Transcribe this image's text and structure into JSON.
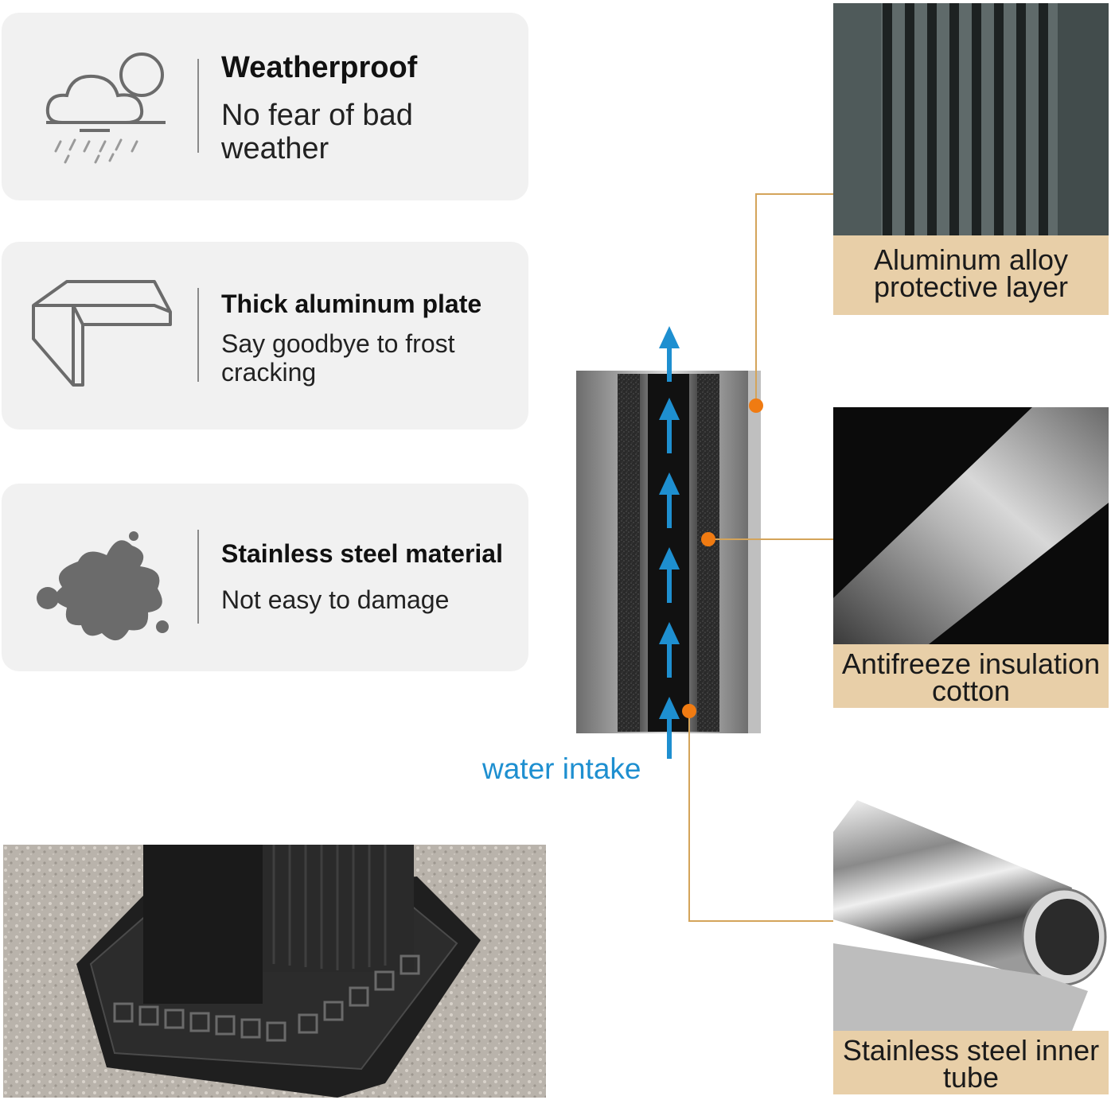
{
  "features": [
    {
      "title": "Weatherproof",
      "desc_lines": [
        "No fear of bad",
        "weather"
      ],
      "icon": "cloud-rain-sun-icon"
    },
    {
      "title": "Thick aluminum plate",
      "desc_lines": [
        "Say goodbye to frost",
        "cracking"
      ],
      "icon": "aluminum-plate-icon"
    },
    {
      "title": "Stainless steel material",
      "desc_lines": [
        "Not easy to damage"
      ],
      "icon": "splat-icon"
    }
  ],
  "layers": [
    {
      "lines": [
        "Aluminum alloy",
        "protective layer"
      ]
    },
    {
      "lines": [
        "Antifreeze insulation",
        "cotton"
      ]
    },
    {
      "lines": [
        "Stainless steel inner",
        "tube"
      ]
    }
  ],
  "water_label": "water intake",
  "colors": {
    "card_bg": "#f1f1f1",
    "caption_bg": "#e8cfa8",
    "leader_line": "#d4a45a",
    "marker": "#f07b12",
    "water_arrow": "#1e8fd0"
  }
}
